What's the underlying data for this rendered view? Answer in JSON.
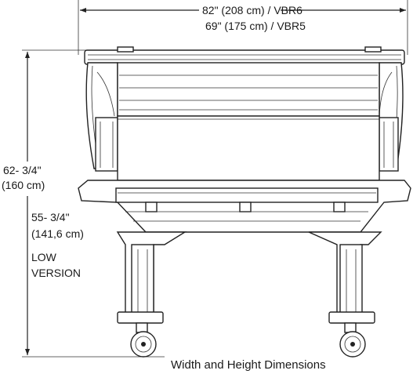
{
  "dimensions": {
    "width_vbr6": "82\" (208 cm) / VBR6",
    "width_vbr5": "69\" (175 cm) / VBR5",
    "height_full_line1": "62- 3/4\"",
    "height_full_line2": "(160 cm)",
    "height_low_line1": "55- 3/4\"",
    "height_low_line2": "(141,6 cm)",
    "low_label_line1": "LOW",
    "low_label_line2": "VERSION"
  },
  "caption": "Width and Height Dimensions"
}
